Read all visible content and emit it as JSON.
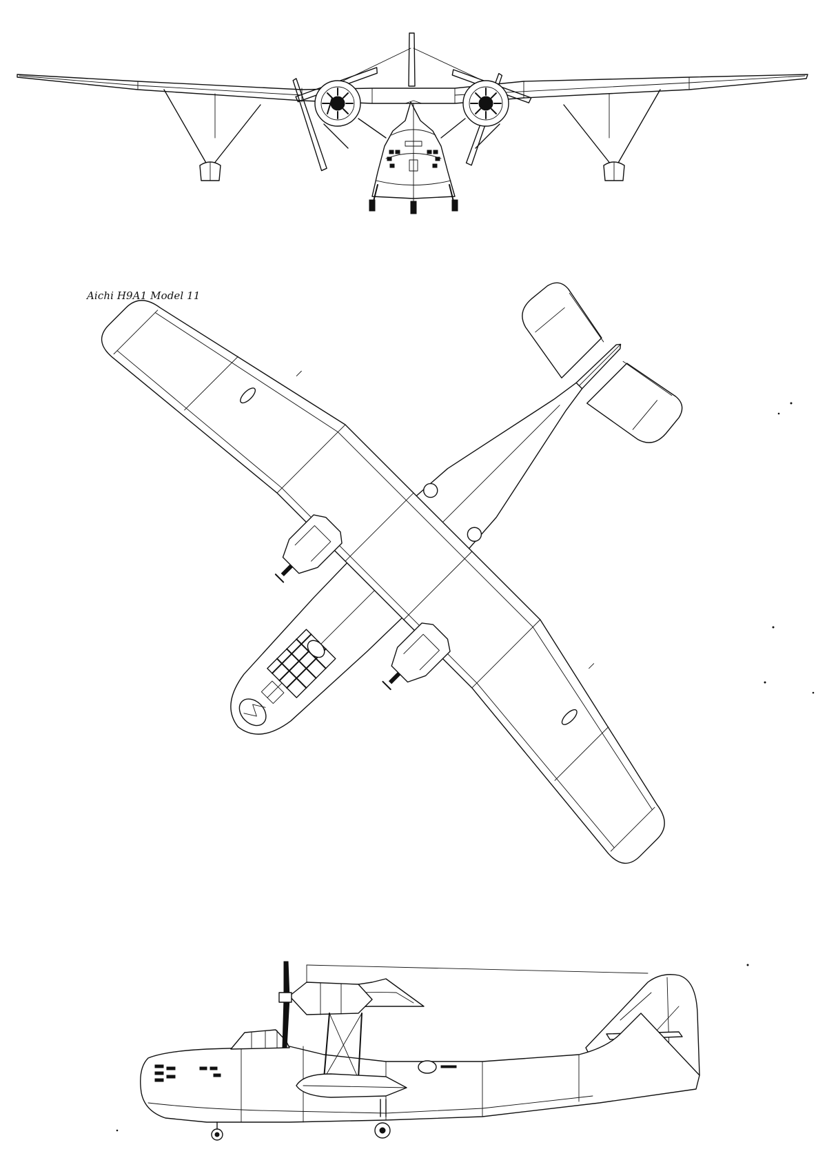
{
  "drawing": {
    "caption": "Aichi H9A1 Model 11",
    "views": [
      {
        "id": "front"
      },
      {
        "id": "top"
      },
      {
        "id": "side"
      }
    ]
  }
}
